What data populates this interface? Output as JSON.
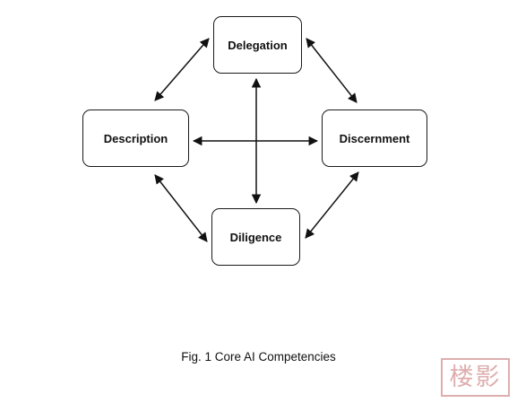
{
  "diagram": {
    "nodes": {
      "delegation": "Delegation",
      "description": "Description",
      "discernment": "Discernment",
      "diligence": "Diligence"
    },
    "edges": [
      {
        "from": "delegation",
        "to": "description",
        "type": "bidirectional"
      },
      {
        "from": "delegation",
        "to": "discernment",
        "type": "bidirectional"
      },
      {
        "from": "description",
        "to": "diligence",
        "type": "bidirectional"
      },
      {
        "from": "discernment",
        "to": "diligence",
        "type": "bidirectional"
      },
      {
        "from": "delegation",
        "to": "diligence",
        "type": "bidirectional"
      },
      {
        "from": "description",
        "to": "discernment",
        "type": "bidirectional"
      }
    ]
  },
  "caption": "Fig. 1 Core AI Competencies",
  "watermark": {
    "text": "楼影",
    "color": "#d9a0a0"
  }
}
